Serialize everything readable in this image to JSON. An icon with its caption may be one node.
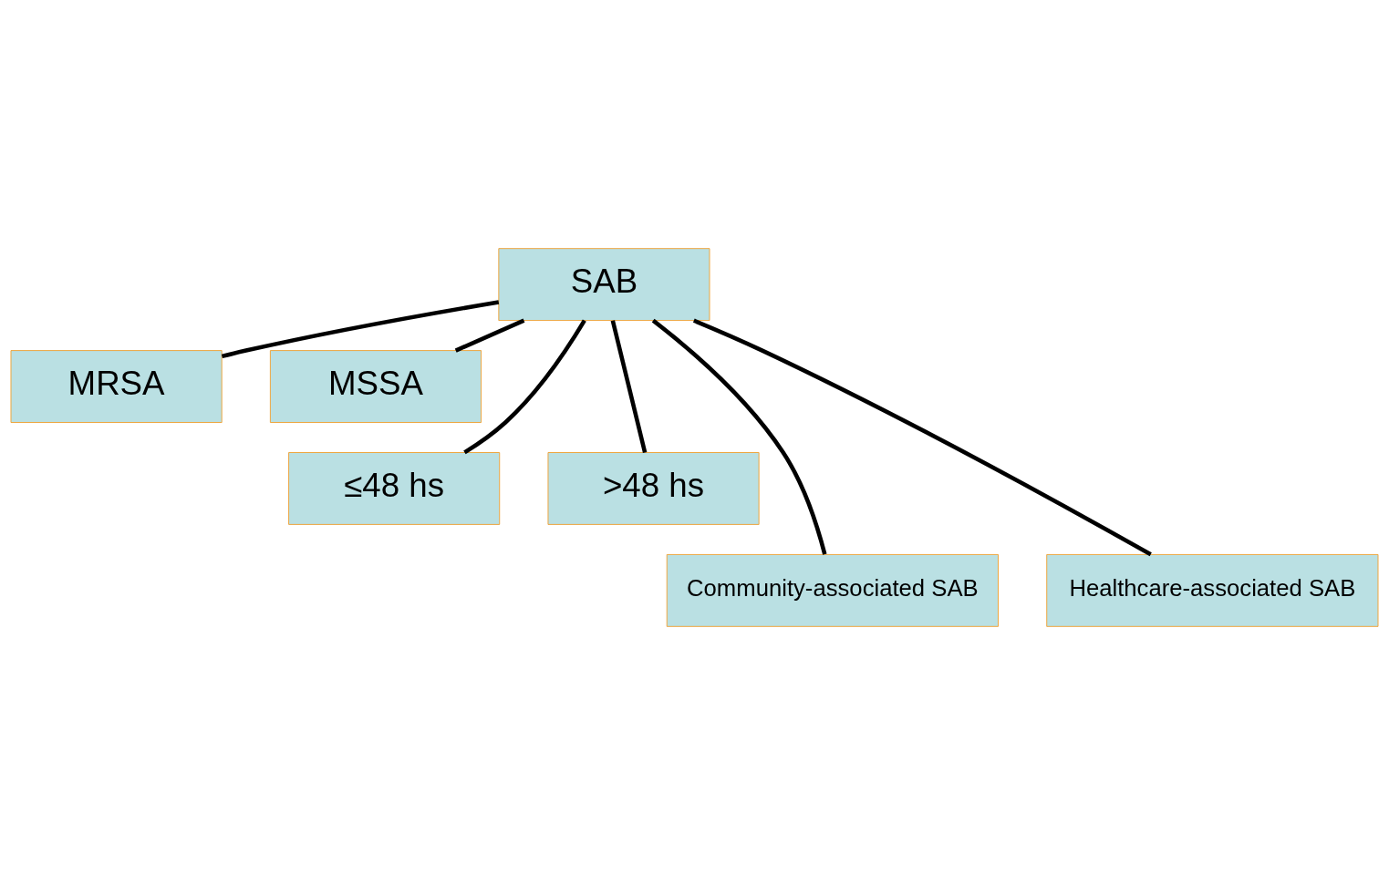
{
  "diagram": {
    "nodes": [
      {
        "text": [
          "SAB"
        ]
      },
      {
        "text": [
          "MRSA"
        ]
      },
      {
        "text": [
          "MSSA"
        ]
      },
      {
        "text": [
          "≤48 hs"
        ]
      },
      {
        "text": [
          ">48 hs"
        ]
      },
      {
        "text": [
          "Community-associated SAB"
        ]
      },
      {
        "text": [
          "Healthcare-associated SAB"
        ]
      }
    ],
    "edges": [
      {
        "from": 0,
        "to": 1,
        "arrow": "none"
      },
      {
        "from": 0,
        "to": 2,
        "arrow": "none"
      },
      {
        "from": 0,
        "to": 3,
        "arrow": "none"
      },
      {
        "from": 0,
        "to": 4,
        "arrow": "none"
      },
      {
        "from": 0,
        "to": 5,
        "arrow": "none"
      },
      {
        "from": 0,
        "to": 6,
        "arrow": "none"
      }
    ]
  }
}
